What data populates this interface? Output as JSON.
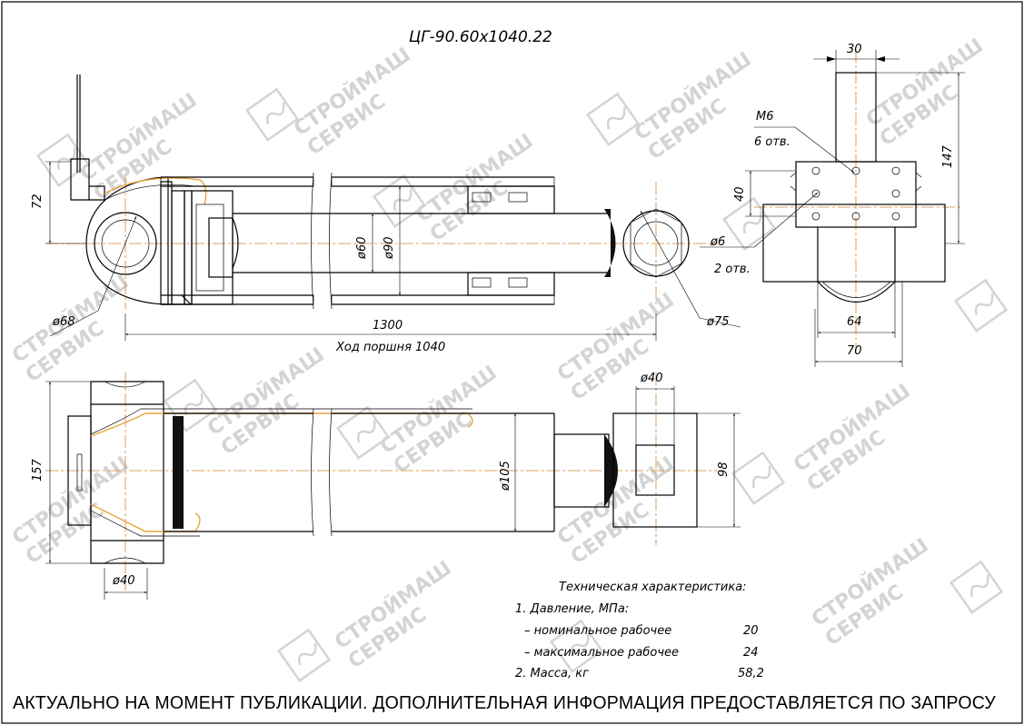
{
  "drawing_title": "ЦГ-90.60х1040.22",
  "watermark": {
    "line1": "СТРОЙМАШ",
    "line2": "СЕРВИС"
  },
  "top_view_dims": {
    "height_72": "72",
    "rod_d60": "ø60",
    "bore_d90": "ø90",
    "length_1300": "1300",
    "stroke_label": "Ход поршня 1040",
    "eye_d68": "ø68",
    "eye_d75": "ø75"
  },
  "bottom_view_dims": {
    "width_157": "157",
    "pin_d40_left": "ø40",
    "tube_d105": "ø105",
    "pin_d40_right": "ø40",
    "width_98": "98"
  },
  "end_view_dims": {
    "d30": "30",
    "thread_m6": "М6",
    "thread_count": "6 отв.",
    "h40": "40",
    "h147": "147",
    "hole_d6": "ø6",
    "hole_count": "2 отв.",
    "w64": "64",
    "w70": "70"
  },
  "specs": {
    "heading": "Техническая характеристика:",
    "items": [
      {
        "label": "1. Давление, МПа:",
        "value": ""
      },
      {
        "label": "– номинальное рабочее",
        "value": "20"
      },
      {
        "label": "– максимальное рабочее",
        "value": "24"
      },
      {
        "label": "2. Масса, кг",
        "value": "58,2"
      }
    ]
  },
  "footer_notice": "АКТУАЛЬНО НА МОМЕНТ ПУБЛИКАЦИИ. ДОПОЛНИТЕЛЬНАЯ ИНФОРМАЦИЯ ПРЕДОСТАВЛЯЕТСЯ ПО ЗАПРОСУ"
}
